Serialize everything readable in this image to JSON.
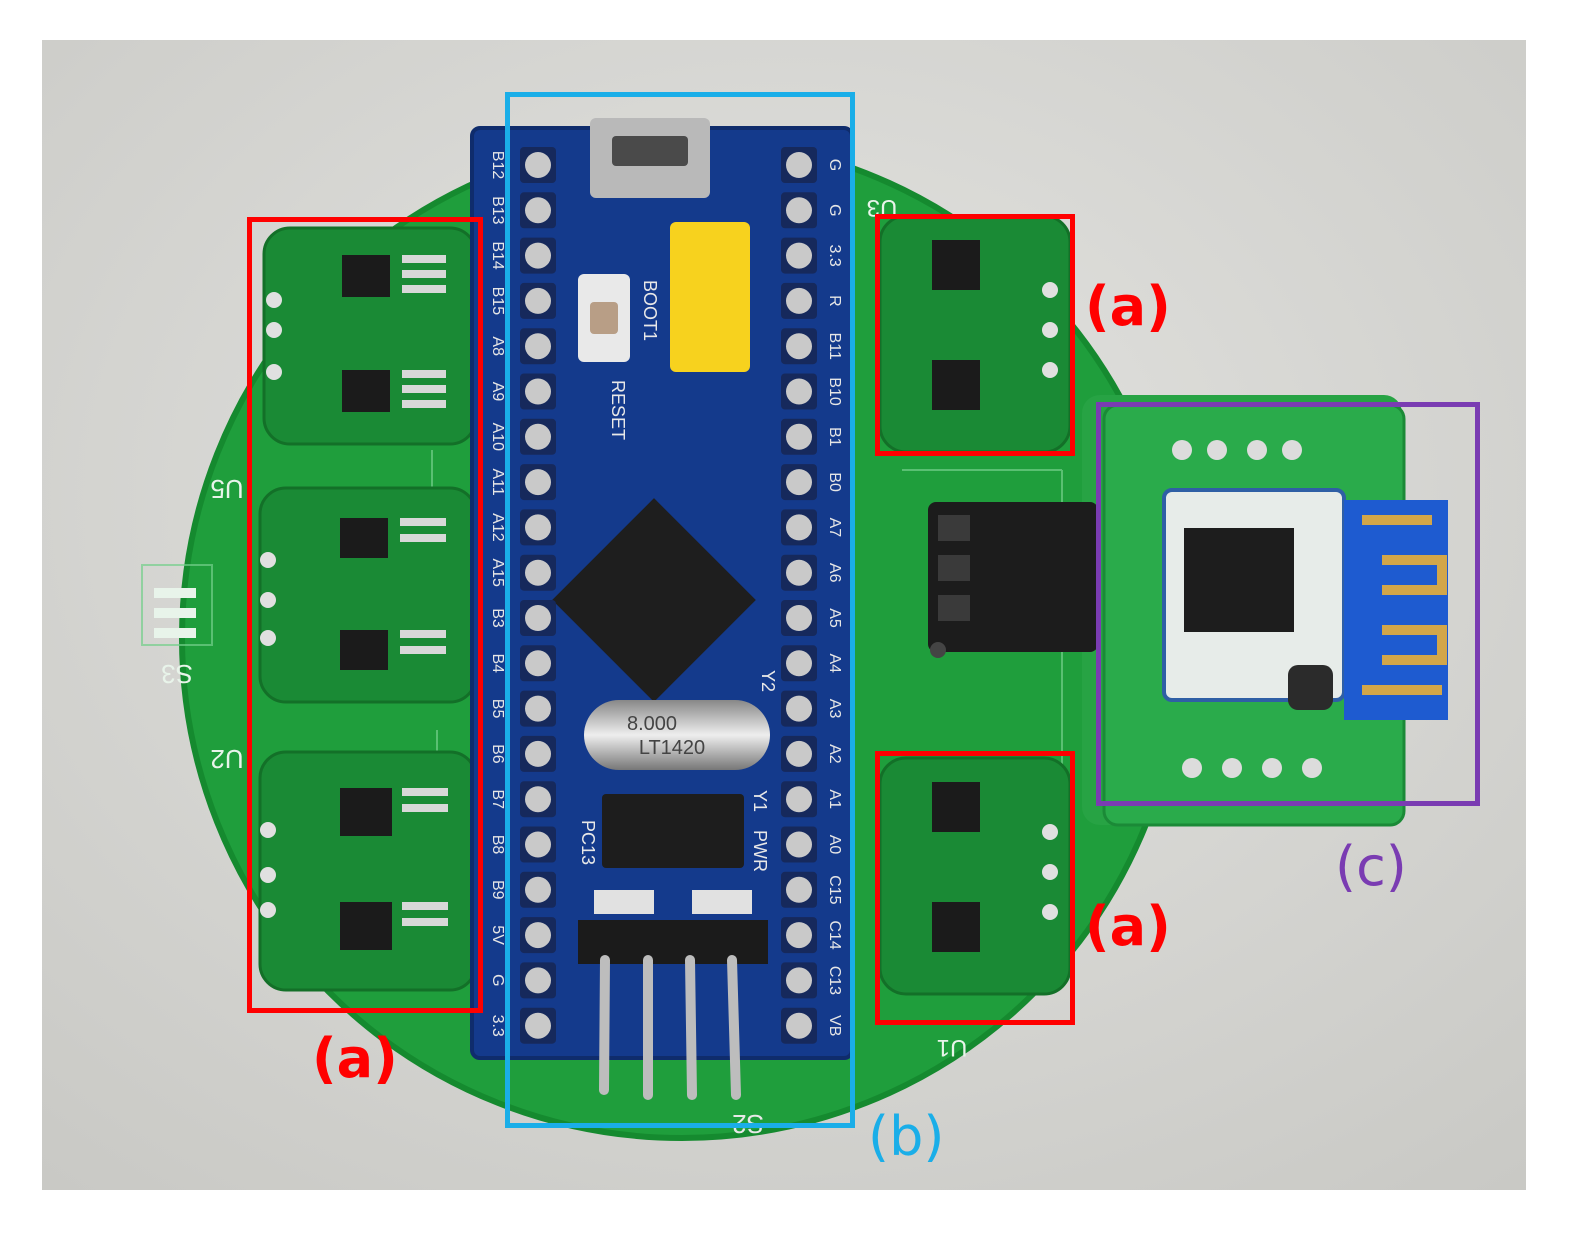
{
  "colors": {
    "box_a": "#ff0000",
    "box_b": "#1aaee8",
    "box_c": "#7a3cb2",
    "board_green": "#1f9e3c",
    "blue_pill": "#143a8c"
  },
  "labels": {
    "a": "(a)",
    "b": "(b)",
    "c": "(c)"
  },
  "silkscreen": {
    "left_pins": [
      "B12",
      "B13",
      "B14",
      "B15",
      "A8",
      "A9",
      "A10",
      "A11",
      "A12",
      "A15",
      "B3",
      "B4",
      "B5",
      "B6",
      "B7",
      "B8",
      "B9",
      "5V",
      "G",
      "3.3"
    ],
    "right_pins": [
      "G",
      "G",
      "3.3",
      "R",
      "B11",
      "B10",
      "B1",
      "B0",
      "A7",
      "A6",
      "A5",
      "A4",
      "A3",
      "A2",
      "A1",
      "A0",
      "C15",
      "C14",
      "C13",
      "VB"
    ],
    "u3": "U3",
    "u5": "U5",
    "s3": "S3",
    "u2": "U2",
    "u1": "U1",
    "s2": "S2",
    "y2": "Y2",
    "y1": "Y1",
    "pc13": "PC13",
    "pwr": "PWR",
    "reset": "RESET",
    "boot1": "BOOT1",
    "crystal_top": "8.000",
    "crystal_bottom": "LT1420"
  }
}
